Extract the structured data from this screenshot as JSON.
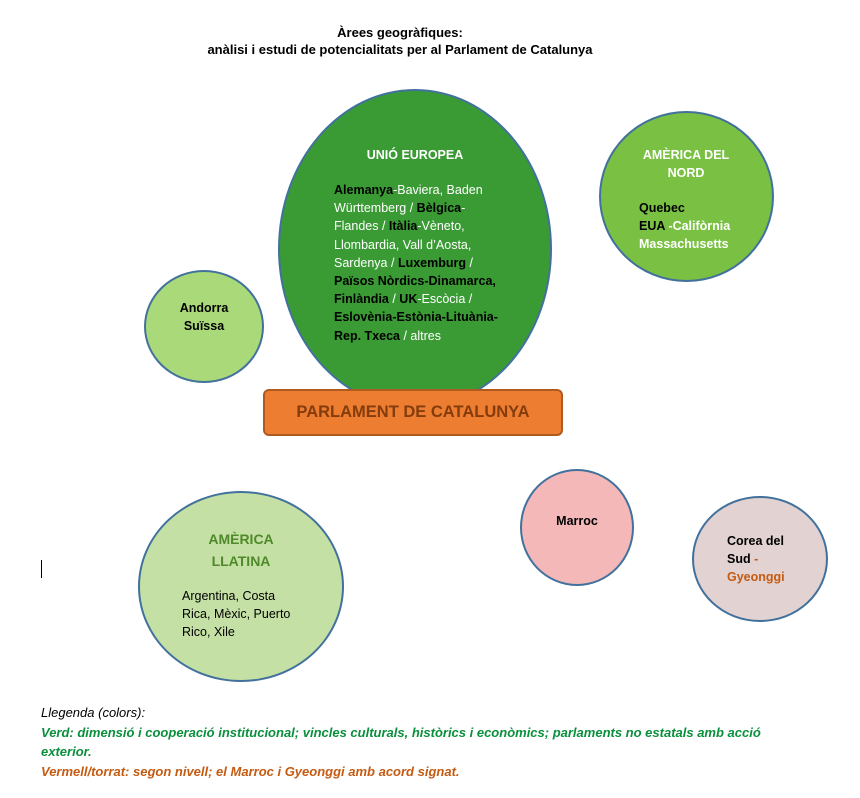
{
  "title": {
    "line1": "Àrees geogràfiques:",
    "line2": "anàlisi i estudi de potencialitats per al Parlament de Catalunya"
  },
  "colors": {
    "eu_fill": "#3a9b35",
    "na_fill": "#7ac143",
    "small_green": "#a9d978",
    "latam_fill": "#c5e0a4",
    "marroc_fill": "#f4b8b8",
    "corea_fill": "#e2d2d2",
    "parliament_fill": "#ed7d31",
    "circle_border": "#41719c"
  },
  "nodes": {
    "eu": {
      "title": "UNIÓ EUROPEA",
      "t1": "Alemanya",
      "t2": "-Baviera, Baden Württemberg / ",
      "t3": "Bèlgica",
      "t4": "-Flandes / ",
      "t5": "Itàlia",
      "t6": "-Vèneto, Llombardia, Vall d’Aosta, Sardenya / ",
      "t7": "Luxemburg",
      "t8": " / ",
      "t9": "Països Nòrdics-Dinamarca, Finlàndia",
      "t10": " / ",
      "t11": "UK",
      "t12": "-Escòcia / ",
      "t13": "Eslovènia-Estònia-Lituània-Rep. Txeca",
      "t14": " / altres"
    },
    "na": {
      "title_l1": "AMÈRICA DEL",
      "title_l2": "NORD",
      "quebec": "Quebec",
      "eua": "EUA",
      "dash": " -",
      "california": "Califòrnia",
      "massachusetts": "Massachusetts"
    },
    "andorra": {
      "l1": "Andorra",
      "l2": "Suïssa"
    },
    "latam": {
      "title_l1": "AMÈRICA",
      "title_l2": "LLATINA",
      "countries": "Argentina, Costa Rica, Mèxic, Puerto Rico, Xile"
    },
    "marroc": {
      "label": "Marroc"
    },
    "corea": {
      "l1": "Corea del",
      "l2": "Sud",
      "dash": " -",
      "region": "Gyeonggi"
    },
    "parliament": {
      "label": "PARLAMENT DE CATALUNYA"
    }
  },
  "legend": {
    "heading": "Llegenda (colors):",
    "green": "Verd: dimensió i cooperació institucional; vincles culturals, històrics i econòmics; parlaments no estatals amb acció exterior.",
    "red": "Vermell/torrat: segon nivell; el Marroc i Gyeonggi amb acord signat."
  }
}
